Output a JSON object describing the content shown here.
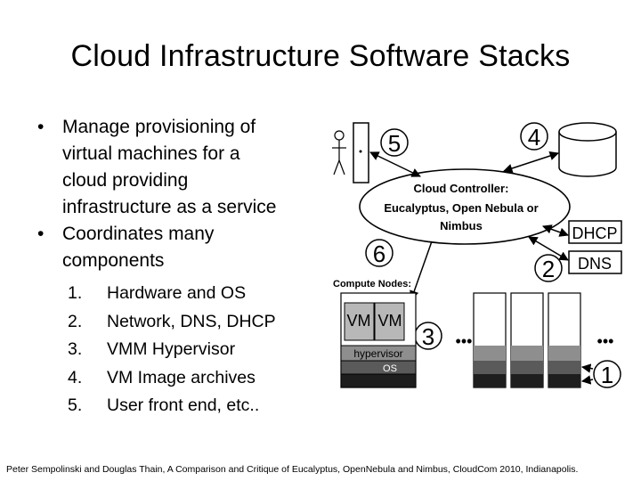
{
  "slide": {
    "title": "Cloud Infrastructure Software Stacks",
    "bullets": [
      {
        "marker": "•",
        "text_lines": [
          "Manage provisioning of",
          "virtual machines for a",
          "cloud providing",
          "infrastructure as a service"
        ]
      },
      {
        "marker": "•",
        "text_lines": [
          "Coordinates many",
          "components"
        ]
      }
    ],
    "sub_items": [
      {
        "num": "1.",
        "text": "Hardware and OS"
      },
      {
        "num": "2.",
        "text": "Network, DNS, DHCP"
      },
      {
        "num": "3.",
        "text": "VMM Hypervisor"
      },
      {
        "num": "4.",
        "text": "VM Image archives"
      },
      {
        "num": "5.",
        "text": "User front end, etc.."
      }
    ],
    "citation": "Peter Sempolinski and Douglas Thain, A Comparison and Critique of Eucalyptus, OpenNebula and Nimbus, CloudCom 2010, Indianapolis."
  },
  "diagram": {
    "controller_lines": [
      "Cloud Controller:",
      "Eucalyptus, Open Nebula or",
      "Nimbus"
    ],
    "dhcp": "DHCP",
    "dns": "DNS",
    "compute_nodes": "Compute Nodes:",
    "vm": "VM",
    "hypervisor": "hypervisor",
    "os": "OS",
    "numbers": {
      "n1": "1",
      "n2": "2",
      "n3": "3",
      "n4": "4",
      "n5": "5",
      "n6": "6"
    },
    "ellipsis": "•••",
    "colors": {
      "hypervisor": "#8e8e8e",
      "os": "#5a5a5a",
      "bare_hw": "#1e1e1e",
      "vm_bg": "#b8b8b8",
      "disk_top": "#ffffff"
    }
  }
}
